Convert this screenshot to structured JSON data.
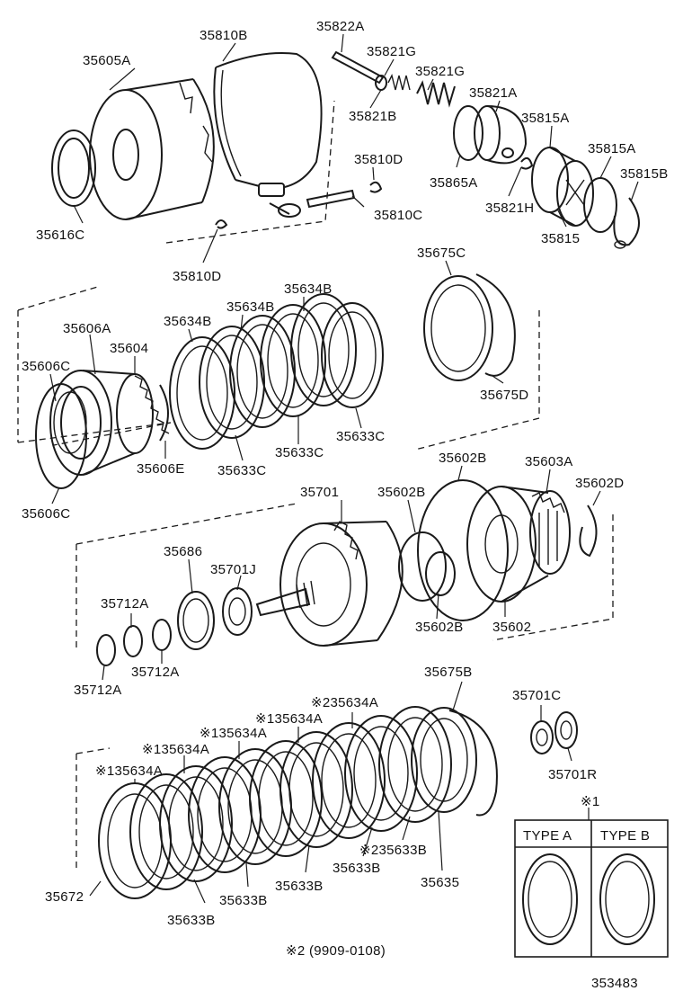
{
  "diagram": {
    "reference": "353483",
    "footnote": "※2 (9909-0108)",
    "legend": {
      "mark": "※1",
      "type_a": "TYPE A",
      "type_b": "TYPE B"
    },
    "labels": {
      "p35605A": "35605A",
      "p35810B": "35810B",
      "p35822A": "35822A",
      "p35821G_1": "35821G",
      "p35821G_2": "35821G",
      "p35821A": "35821A",
      "p35821B": "35821B",
      "p35815A_1": "35815A",
      "p35815A_2": "35815A",
      "p35815B": "35815B",
      "p35810D_1": "35810D",
      "p35865A": "35865A",
      "p35821H": "35821H",
      "p35815": "35815",
      "p35616C": "35616C",
      "p35810C": "35810C",
      "p35810D_2": "35810D",
      "p35675C": "35675C",
      "p35634B_1": "35634B",
      "p35634B_2": "35634B",
      "p35634B_3": "35634B",
      "p35606A": "35606A",
      "p35604": "35604",
      "p35606C_1": "35606C",
      "p35675D": "35675D",
      "p35633C_1": "35633C",
      "p35633C_2": "35633C",
      "p35606E": "35606E",
      "p35633C_3": "35633C",
      "p35606C_2": "35606C",
      "p35602B_1": "35602B",
      "p35603A": "35603A",
      "p35701": "35701",
      "p35602B_2": "35602B",
      "p35602D": "35602D",
      "p35686": "35686",
      "p35701J": "35701J",
      "p35712A_1": "35712A",
      "p35602B_3": "35602B",
      "p35602": "35602",
      "p35712A_2": "35712A",
      "p35712A_3": "35712A",
      "p35675B": "35675B",
      "p35701C": "35701C",
      "p235634A": "※235634A",
      "p135634A_1": "※135634A",
      "p135634A_2": "※135634A",
      "p135634A_3": "※135634A",
      "p135634A_4": "※135634A",
      "p35701R": "35701R",
      "p235633B": "※235633B",
      "p35633B_1": "35633B",
      "p35672": "35672",
      "p35635": "35635",
      "p35633B_2": "35633B",
      "p35633B_3": "35633B",
      "p35633B_4": "35633B"
    }
  }
}
